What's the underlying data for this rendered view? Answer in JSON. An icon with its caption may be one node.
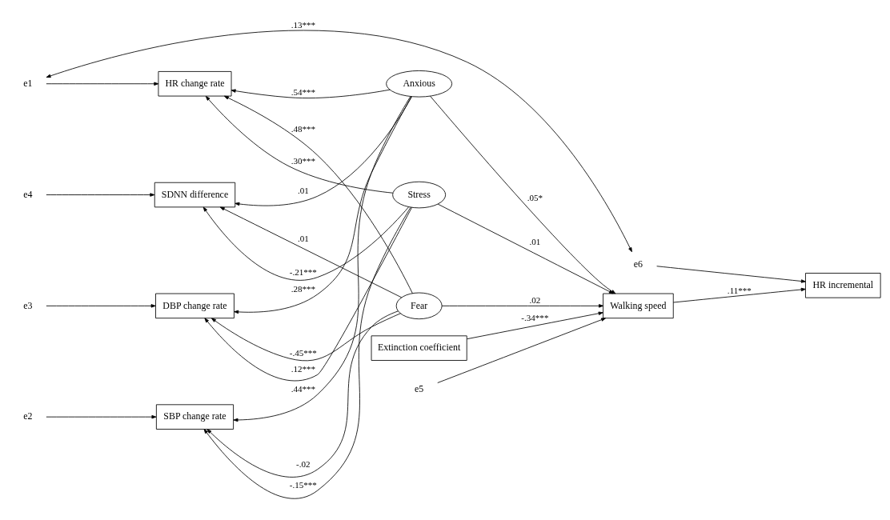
{
  "diagram": {
    "nodes": [
      {
        "text": [
          "e1"
        ]
      },
      {
        "text": [
          "e6"
        ]
      },
      {
        "text": [
          "HR change rate"
        ]
      },
      {
        "text": [
          "SBP change rate"
        ]
      },
      {
        "text": [
          "DBP change rate"
        ]
      },
      {
        "text": [
          "SDNN difference"
        ]
      },
      {
        "text": [
          "Anxious"
        ]
      },
      {
        "text": [
          "Fear"
        ]
      },
      {
        "text": [
          "Stress"
        ]
      },
      {
        "text": [
          "HR incremental"
        ]
      },
      {
        "text": [
          "Walking speed"
        ]
      },
      {
        "text": [
          "Extinction coefficient"
        ]
      },
      {
        "text": [
          "e2"
        ]
      },
      {
        "text": [
          "e3"
        ]
      },
      {
        "text": [
          "e4"
        ]
      },
      {
        "text": [
          "e5"
        ]
      }
    ],
    "edges": [
      {
        "from": 0,
        "to": 1,
        "arrow": "both",
        "label": ".13***"
      },
      {
        "from": 0,
        "to": 2,
        "arrow": "to"
      },
      {
        "from": 1,
        "to": 9,
        "arrow": "to"
      },
      {
        "from": 12,
        "to": 3,
        "arrow": "to"
      },
      {
        "from": 13,
        "to": 4,
        "arrow": "to"
      },
      {
        "from": 14,
        "to": 5,
        "arrow": "to"
      },
      {
        "from": 15,
        "to": 10,
        "arrow": "to"
      },
      {
        "from": 6,
        "to": 2,
        "arrow": "to",
        "label": ".54***"
      },
      {
        "from": 6,
        "to": 3,
        "arrow": "to",
        "label": ".44***"
      },
      {
        "from": 6,
        "to": 4,
        "arrow": "to",
        "label": ".28***"
      },
      {
        "from": 6,
        "to": 5,
        "arrow": "to",
        "label": ".01"
      },
      {
        "from": 7,
        "to": 2,
        "arrow": "to",
        "label": ".48***"
      },
      {
        "from": 7,
        "to": 3,
        "arrow": "to",
        "label": "-.02"
      },
      {
        "from": 7,
        "to": 4,
        "arrow": "to",
        "label": "-.45***"
      },
      {
        "from": 7,
        "to": 5,
        "arrow": "to",
        "label": ".01"
      },
      {
        "from": 8,
        "to": 2,
        "arrow": "to",
        "label": ".30***"
      },
      {
        "from": 8,
        "to": 3,
        "arrow": "to",
        "label": "-.15***"
      },
      {
        "from": 8,
        "to": 4,
        "arrow": "to",
        "label": ".12***"
      },
      {
        "from": 8,
        "to": 5,
        "arrow": "to",
        "label": "-.21***"
      },
      {
        "from": 6,
        "to": 10,
        "arrow": "to",
        "label": ".05*"
      },
      {
        "from": 7,
        "to": 10,
        "arrow": "to",
        "label": ".02"
      },
      {
        "from": 8,
        "to": 10,
        "arrow": "to",
        "label": ".01"
      },
      {
        "from": 10,
        "to": 9,
        "arrow": "to",
        "label": ".11***"
      },
      {
        "from": 11,
        "to": 10,
        "arrow": "to",
        "label": "-.34***"
      }
    ]
  }
}
